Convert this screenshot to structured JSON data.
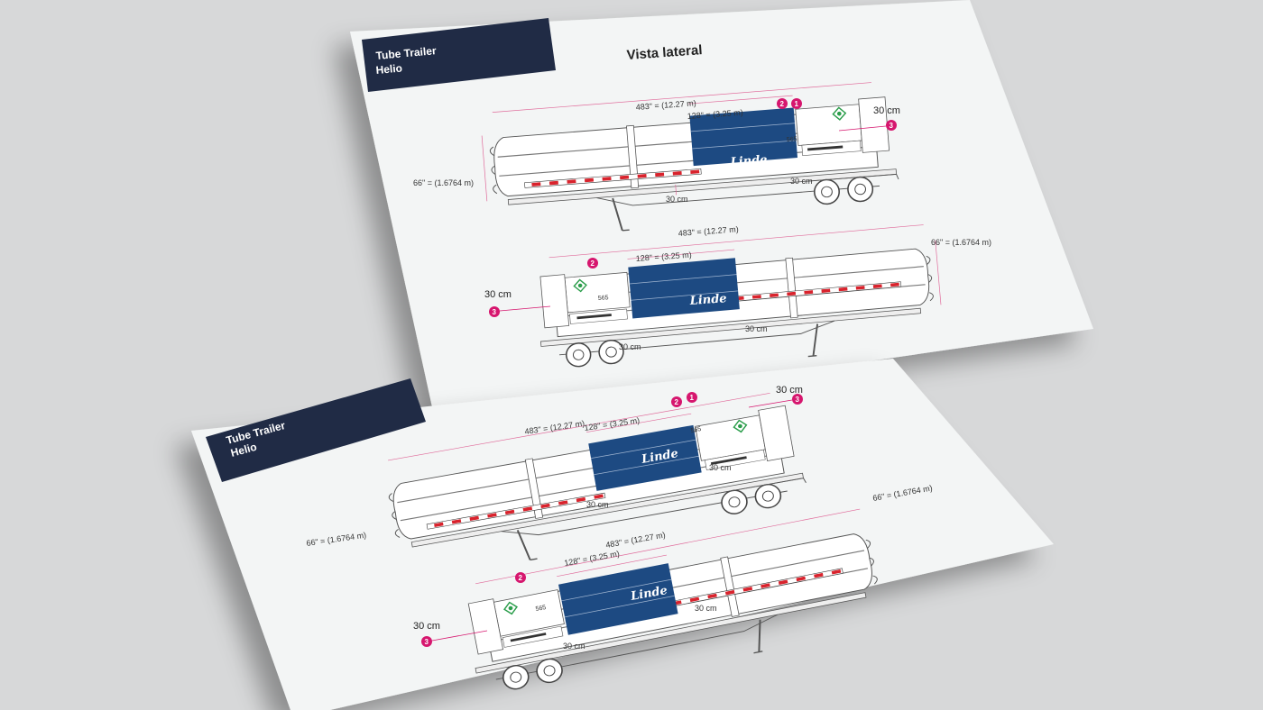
{
  "sheets": [
    {
      "title_line1": "Tube Trailer",
      "title_line2": "Helio",
      "heading": "Vista lateral",
      "views": [
        {
          "length": "483\" = (12.27 m)",
          "panel": "128\" = (3.25 m)",
          "height": "66\" = (1.6764 m)",
          "gap_top": "30 cm",
          "gap_wheel": "30 cm",
          "gap_bottom": "30 cm",
          "code": "565",
          "brand": "Linde",
          "markers": [
            "2",
            "1",
            "3"
          ]
        },
        {
          "length": "483\" = (12.27 m)",
          "panel": "128\" = (3.25 m)",
          "height": "66\" = (1.6764 m)",
          "gap_top": "30 cm",
          "gap_wheel": "30 cm",
          "gap_bottom": "30 cm",
          "code": "565",
          "brand": "Linde",
          "markers": [
            "2",
            "3"
          ]
        }
      ]
    },
    {
      "title_line1": "Tube Trailer",
      "title_line2": "Helio",
      "views": [
        {
          "length": "483\" = (12.27 m)",
          "panel": "128\" = (3.25 m)",
          "height": "66\" = (1.6764 m)",
          "gap_top": "30 cm",
          "gap_wheel": "30 cm",
          "gap_bottom": "30 cm",
          "code": "565",
          "brand": "Linde",
          "markers": [
            "2",
            "1",
            "3"
          ]
        },
        {
          "length": "483\" = (12.27 m)",
          "panel": "128\" = (3.25 m)",
          "height": "66\" = (1.6764 m)",
          "gap_top": "30 cm",
          "gap_wheel": "30 cm",
          "gap_bottom": "30 cm",
          "code": "565",
          "brand": "Linde",
          "markers": [
            "2",
            "3"
          ]
        }
      ]
    }
  ],
  "colors": {
    "background": "#d7d8d9",
    "paper": "#f3f5f5",
    "title_box": "#202b45",
    "panel": "#1d4a82",
    "marker": "#d6166e",
    "stripe": "#d9232d",
    "dimension_line": "#e06a9a"
  },
  "icons": [
    "hazard-diamond-icon",
    "wheel-icon"
  ]
}
